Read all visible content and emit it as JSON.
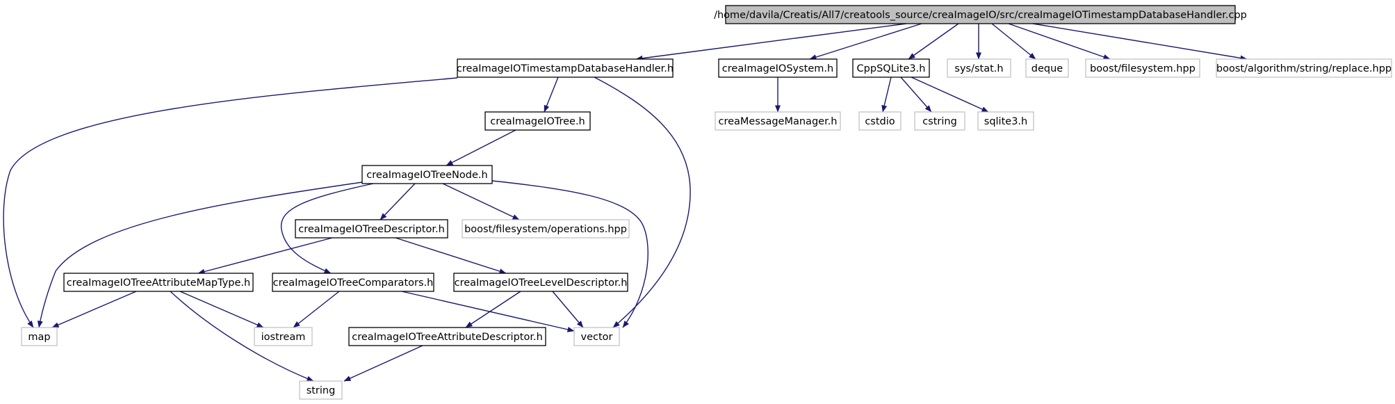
{
  "diagram": {
    "type": "include-dependency-graph",
    "colors": {
      "edge": "#191970",
      "root_fill": "#bfbfbf",
      "header_border": "#000000",
      "external_border": "#bfbfbf",
      "external_text": "#404040",
      "background": "#ffffff"
    },
    "nodes": [
      {
        "id": "root",
        "label": "/home/davila/Creatis/All7/creatools_source/creaImageIO/src/creaImageIOTimestampDatabaseHandler.cpp",
        "kind": "root"
      },
      {
        "id": "tsdbh",
        "label": "creaImageIOTimestampDatabaseHandler.h",
        "kind": "header"
      },
      {
        "id": "system",
        "label": "creaImageIOSystem.h",
        "kind": "header"
      },
      {
        "id": "cppsqlite",
        "label": "CppSQLite3.h",
        "kind": "header"
      },
      {
        "id": "sysstat",
        "label": "sys/stat.h",
        "kind": "external"
      },
      {
        "id": "deque",
        "label": "deque",
        "kind": "external"
      },
      {
        "id": "bfilesystem",
        "label": "boost/filesystem.hpp",
        "kind": "external"
      },
      {
        "id": "breplace",
        "label": "boost/algorithm/string/replace.hpp",
        "kind": "external"
      },
      {
        "id": "tree",
        "label": "creaImageIOTree.h",
        "kind": "header"
      },
      {
        "id": "msgmgr",
        "label": "creaMessageManager.h",
        "kind": "external"
      },
      {
        "id": "cstdio",
        "label": "cstdio",
        "kind": "external"
      },
      {
        "id": "cstring",
        "label": "cstring",
        "kind": "external"
      },
      {
        "id": "sqlite3",
        "label": "sqlite3.h",
        "kind": "external"
      },
      {
        "id": "treenode",
        "label": "creaImageIOTreeNode.h",
        "kind": "header"
      },
      {
        "id": "treedesc",
        "label": "creaImageIOTreeDescriptor.h",
        "kind": "header"
      },
      {
        "id": "bops",
        "label": "boost/filesystem/operations.hpp",
        "kind": "external"
      },
      {
        "id": "attrmap",
        "label": "creaImageIOTreeAttributeMapType.h",
        "kind": "header"
      },
      {
        "id": "comparators",
        "label": "creaImageIOTreeComparators.h",
        "kind": "header"
      },
      {
        "id": "leveldesc",
        "label": "creaImageIOTreeLevelDescriptor.h",
        "kind": "header"
      },
      {
        "id": "map",
        "label": "map",
        "kind": "external"
      },
      {
        "id": "iostream",
        "label": "iostream",
        "kind": "external"
      },
      {
        "id": "attrdesc",
        "label": "creaImageIOTreeAttributeDescriptor.h",
        "kind": "header"
      },
      {
        "id": "vector",
        "label": "vector",
        "kind": "external"
      },
      {
        "id": "string",
        "label": "string",
        "kind": "external"
      }
    ],
    "edges": [
      {
        "from": "root",
        "to": "tsdbh"
      },
      {
        "from": "root",
        "to": "system"
      },
      {
        "from": "root",
        "to": "cppsqlite"
      },
      {
        "from": "root",
        "to": "sysstat"
      },
      {
        "from": "root",
        "to": "deque"
      },
      {
        "from": "root",
        "to": "bfilesystem"
      },
      {
        "from": "root",
        "to": "breplace"
      },
      {
        "from": "tsdbh",
        "to": "tree"
      },
      {
        "from": "tsdbh",
        "to": "map"
      },
      {
        "from": "tsdbh",
        "to": "vector"
      },
      {
        "from": "system",
        "to": "msgmgr"
      },
      {
        "from": "cppsqlite",
        "to": "cstdio"
      },
      {
        "from": "cppsqlite",
        "to": "cstring"
      },
      {
        "from": "cppsqlite",
        "to": "sqlite3"
      },
      {
        "from": "tree",
        "to": "treenode"
      },
      {
        "from": "treenode",
        "to": "treedesc"
      },
      {
        "from": "treenode",
        "to": "bops"
      },
      {
        "from": "treenode",
        "to": "comparators"
      },
      {
        "from": "treenode",
        "to": "map"
      },
      {
        "from": "treenode",
        "to": "vector"
      },
      {
        "from": "treedesc",
        "to": "attrmap"
      },
      {
        "from": "treedesc",
        "to": "leveldesc"
      },
      {
        "from": "attrmap",
        "to": "map"
      },
      {
        "from": "attrmap",
        "to": "iostream"
      },
      {
        "from": "attrmap",
        "to": "string"
      },
      {
        "from": "comparators",
        "to": "iostream"
      },
      {
        "from": "comparators",
        "to": "vector"
      },
      {
        "from": "leveldesc",
        "to": "attrdesc"
      },
      {
        "from": "leveldesc",
        "to": "vector"
      },
      {
        "from": "attrdesc",
        "to": "string"
      }
    ]
  }
}
